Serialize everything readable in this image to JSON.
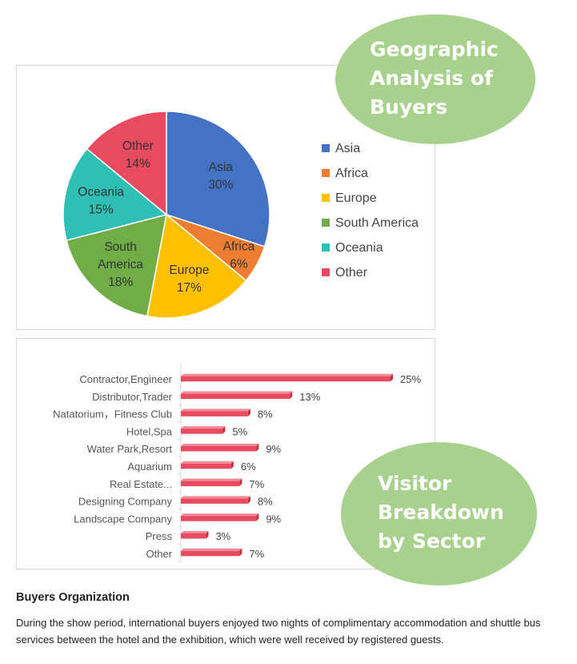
{
  "charts": [
    {
      "title": "Geographic Analysis of Buyers",
      "title_lines": [
        "Geographic",
        "Analysis of",
        "Buyers"
      ]
    },
    {
      "title": "Visitor Breakdown by Sector",
      "title_lines": [
        "Visitor",
        "Breakdown",
        "by Sector"
      ]
    }
  ],
  "chart_data": [
    {
      "type": "pie",
      "title": "Geographic Analysis of Buyers",
      "categories": [
        "Asia",
        "Africa",
        "Europe",
        "South America",
        "Oceania",
        "Other"
      ],
      "values": [
        30,
        6,
        17,
        18,
        15,
        14
      ],
      "value_labels": [
        "30%",
        "6%",
        "17%",
        "18%",
        "15%",
        "14%"
      ],
      "colors": [
        "#4472c4",
        "#ed7d31",
        "#ffc000",
        "#70ad47",
        "#2fbfb4",
        "#e84a5f"
      ],
      "legend": "right"
    },
    {
      "type": "bar",
      "orientation": "horizontal",
      "title": "Visitor Breakdown by Sector",
      "categories": [
        "Contractor,Engineer",
        "Distributor,Trader",
        "Natatorium，Fitness Club",
        "Hotel,Spa",
        "Water Park,Resort",
        "Aquarium",
        "Real Estate...",
        "Designing Company",
        "Landscape Company",
        "Press",
        "Other"
      ],
      "values": [
        25,
        13,
        8,
        5,
        9,
        6,
        7,
        8,
        9,
        3,
        7
      ],
      "value_labels": [
        "25%",
        "13%",
        "8%",
        "5%",
        "9%",
        "6%",
        "7%",
        "8%",
        "9%",
        "3%",
        "7%"
      ],
      "color": "#e84a5f",
      "xlim": [
        0,
        25
      ]
    }
  ],
  "article": {
    "heading": "Buyers Organization",
    "body": "During the show period, international buyers enjoyed two nights of complimentary accommodation and shuttle bus services between the hotel and the exhibition, which were well received by registered guests."
  }
}
